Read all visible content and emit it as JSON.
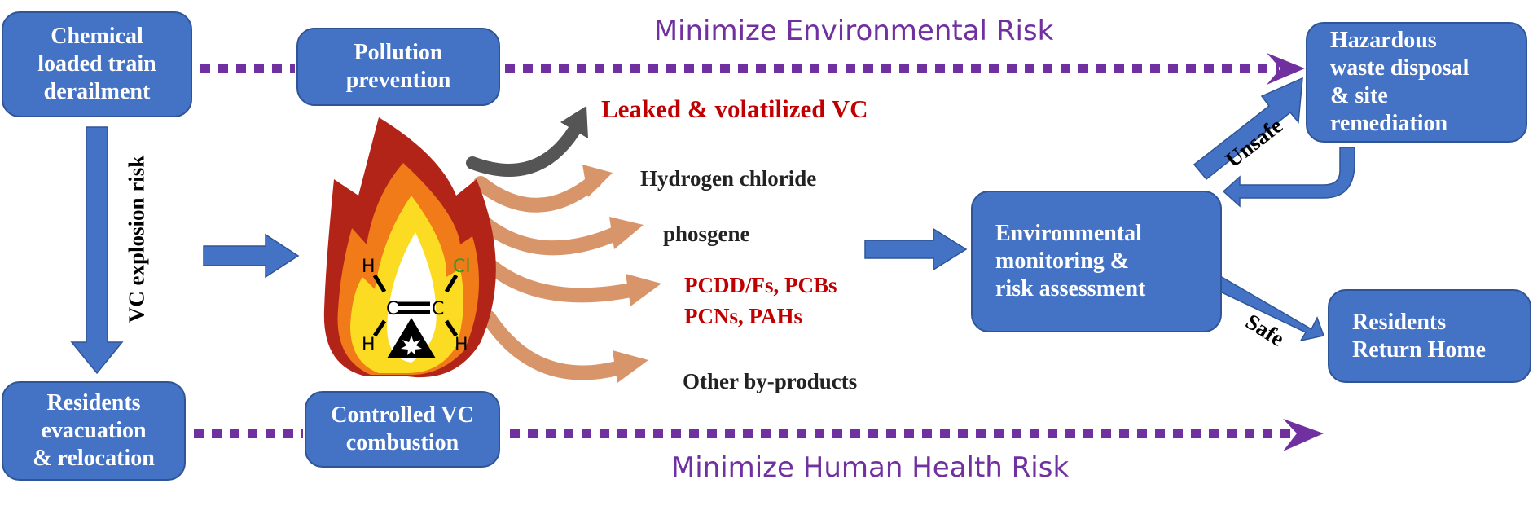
{
  "titles": {
    "top": "Minimize Environmental Risk",
    "bottom": "Minimize Human Health Risk"
  },
  "boxes": {
    "derailment": [
      "Chemical",
      "loaded train",
      "derailment"
    ],
    "pollution": [
      "Pollution",
      "prevention"
    ],
    "hazardous": [
      "Hazardous",
      "waste disposal",
      "& site",
      "remediation"
    ],
    "monitoring": [
      "Environmental",
      "monitoring &",
      "risk assessment"
    ],
    "evacuation": [
      "Residents",
      "evacuation",
      "& relocation"
    ],
    "combustion": [
      "Controlled VC",
      "combustion"
    ],
    "return": [
      "Residents",
      "Return Home"
    ]
  },
  "labels": {
    "explosion": "VC explosion risk",
    "leaked": "Leaked & volatilized VC",
    "hcl": "Hydrogen chloride",
    "phosgene": "phosgene",
    "pcdd": "PCDD/Fs, PCBs",
    "pcn": "PCNs, PAHs",
    "other": "Other by-products",
    "unsafe": "Unsafe",
    "safe": "Safe"
  },
  "molecule": {
    "h1": "H",
    "h2": "H",
    "h3": "H",
    "c1": "C",
    "c2": "C",
    "cl": "Cl"
  },
  "colors": {
    "box": "#4472c4",
    "purple": "#7030a0",
    "red": "#c00000",
    "plume": "#d9956a"
  }
}
